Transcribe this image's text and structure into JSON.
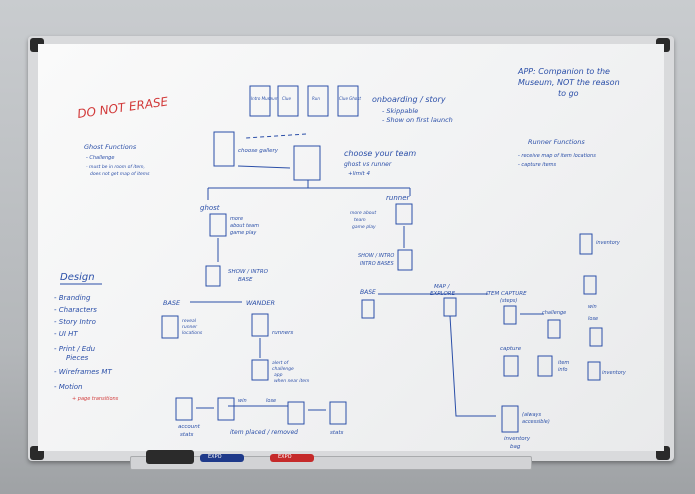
{
  "board": {
    "do_not_erase": "DO NOT ERASE",
    "app_note": [
      "APP: Companion to the",
      "Museum, NOT the reason",
      "to go"
    ],
    "onboarding": {
      "title": "onboarding / story",
      "lines": [
        "- Skippable",
        "- Show on first launch"
      ]
    },
    "team": {
      "title": "choose your team",
      "sub": "ghost vs runner",
      "limit": "+limit 4"
    },
    "gallery": "choose gallery",
    "cards": [
      "Intro Museum",
      "Clue",
      "Run",
      "Clue Ghost"
    ],
    "ghost_functions": {
      "title": "Ghost Functions",
      "lines": [
        "- Challenge",
        "- must be in room of item,",
        "does not get map of items"
      ]
    },
    "runner_functions": {
      "title": "Runner Functions",
      "lines": [
        "- receive map of item locations",
        "- capture items"
      ]
    },
    "ghost_branch": {
      "label": "ghost",
      "more": [
        "more",
        "about team",
        "game play"
      ],
      "show": [
        "SHOW / INTRO",
        "BASE"
      ],
      "base": "BASE",
      "wander": "WANDER",
      "reveal": [
        "reveal",
        "runner",
        "locations"
      ],
      "runners": "runners",
      "alert": [
        "alert of",
        "challenge",
        "app",
        "when near item"
      ],
      "win": "win",
      "lose": "lose",
      "item_placed": "item placed / removed",
      "account_stats": [
        "account",
        "stats"
      ],
      "stats": "stats"
    },
    "runner_branch": {
      "label": "runner",
      "more": [
        "more about",
        "team",
        "game play"
      ],
      "show": [
        "SHOW / INTRO",
        "INTRO BASES"
      ],
      "base": "BASE",
      "map": [
        "MAP /",
        "EXPLORE"
      ],
      "item_capture": [
        "ITEM CAPTURE",
        "(steps)"
      ],
      "challenge": "challenge",
      "win": "win",
      "lose": "lose",
      "capture": "capture",
      "item_info": [
        "item",
        "info"
      ],
      "inventory": "inventory",
      "inventory_bag": [
        "inventory",
        "bag"
      ],
      "always": [
        "(always",
        "accessible)"
      ]
    },
    "design": {
      "title": "Design",
      "items": [
        "- Branding",
        "- Characters",
        "- Story Intro",
        "- UI HT",
        "- Print / Edu",
        "Pieces",
        "- Wireframes MT",
        "- Motion"
      ],
      "red_notes": [
        "+ page transitions"
      ]
    }
  },
  "tray": {
    "markers": [
      {
        "label": "EXPO"
      },
      {
        "label": "EXPO"
      }
    ]
  }
}
